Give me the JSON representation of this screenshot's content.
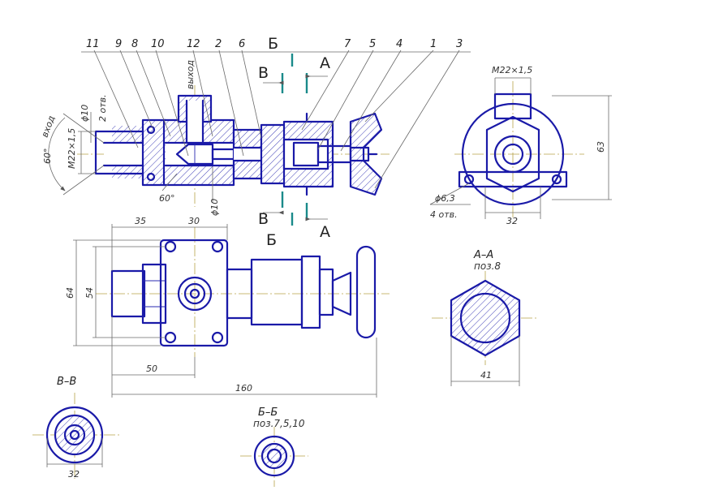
{
  "position_labels": [
    "11",
    "9",
    "8",
    "10",
    "12",
    "2",
    "6",
    "7",
    "5",
    "4",
    "1",
    "3"
  ],
  "cut_letters": {
    "b": "Б",
    "v": "В",
    "a": "А"
  },
  "annotations": {
    "inlet": "вход",
    "outlet": "выход",
    "angle_60": "60°",
    "dia_10": "ϕ10",
    "holes_2": "2 отв.",
    "thread_m22": "М22×1,5",
    "dia_6_3": "ϕ6,3",
    "holes_4": "4 отв."
  },
  "dimensions": {
    "d35": "35",
    "d30": "30",
    "d64": "64",
    "d54": "54",
    "d50": "50",
    "d160": "160",
    "d63": "63",
    "d32": "32",
    "d41": "41"
  },
  "sections": {
    "aa": {
      "title": "А–А",
      "sub": "поз.8"
    },
    "bb": {
      "title": "Б–Б",
      "sub": "поз.7,5,10"
    },
    "vv": {
      "title": "В–В"
    }
  }
}
